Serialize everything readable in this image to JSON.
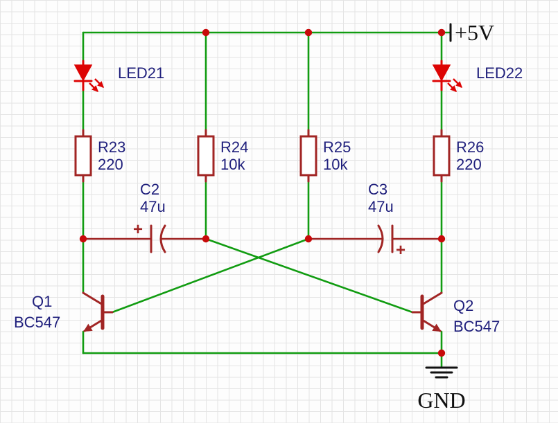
{
  "schematic": {
    "power_rail_label": "+5V",
    "ground_label": "GND"
  },
  "colors": {
    "wire": "#119c11",
    "symbol": "#a12524",
    "label": "#1f1f7c",
    "junction": "#c80a0a",
    "led": "#dd0404",
    "ink": "#101010",
    "grid": "#e4e4e4",
    "bg": "#fdfdfd"
  },
  "components": {
    "led21": {
      "name": "LED21"
    },
    "led22": {
      "name": "LED22"
    },
    "r23": {
      "name": "R23",
      "value": "220"
    },
    "r24": {
      "name": "R24",
      "value": "10k"
    },
    "r25": {
      "name": "R25",
      "value": "10k"
    },
    "r26": {
      "name": "R26",
      "value": "220"
    },
    "c2": {
      "name": "C2",
      "value": "47u",
      "polarity": "+"
    },
    "c3": {
      "name": "C3",
      "value": "47u",
      "polarity": "+"
    },
    "q1": {
      "name": "Q1",
      "value": "BC547"
    },
    "q2": {
      "name": "Q2",
      "value": "BC547"
    }
  }
}
